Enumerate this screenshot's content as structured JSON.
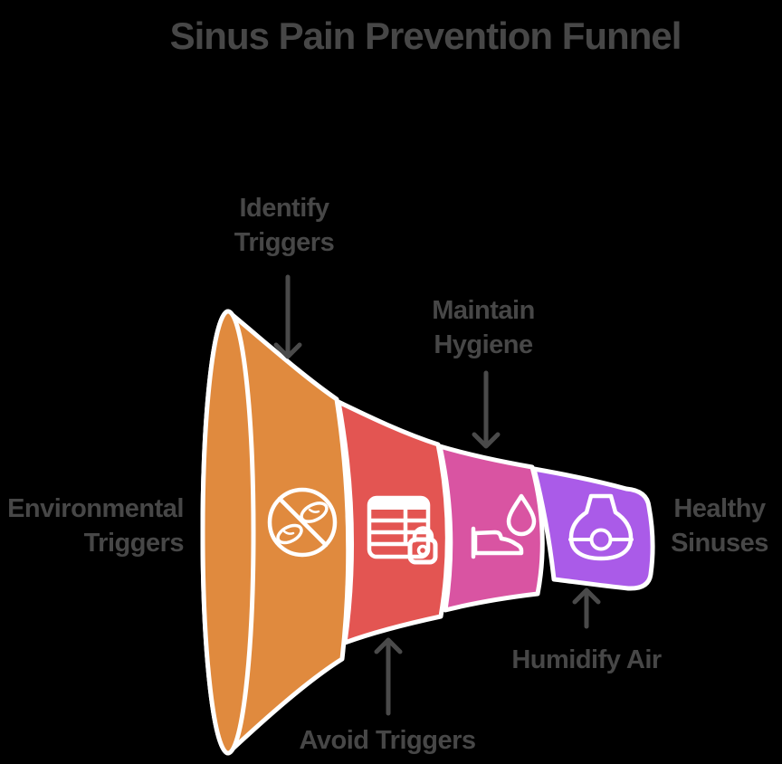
{
  "title": "Sinus Pain Prevention Funnel",
  "colors": {
    "background": "#000000",
    "text": "#474747",
    "arrow": "#4A4A4A",
    "outline": "#FFFFFF"
  },
  "funnel": {
    "input_label": "Environmental Triggers",
    "output_label": "Healthy Sinuses",
    "stages": [
      {
        "label": "Identify Triggers",
        "callout": "top",
        "color": "#E08A3E",
        "icon": "no-allergens-icon"
      },
      {
        "label": "Avoid Triggers",
        "callout": "bottom",
        "color": "#E35552",
        "icon": "locked-schedule-icon"
      },
      {
        "label": "Maintain Hygiene",
        "callout": "top",
        "color": "#D954A2",
        "icon": "hand-hygiene-icon"
      },
      {
        "label": "Humidify Air",
        "callout": "bottom",
        "color": "#AA5BE8",
        "icon": "humidifier-icon"
      }
    ]
  }
}
